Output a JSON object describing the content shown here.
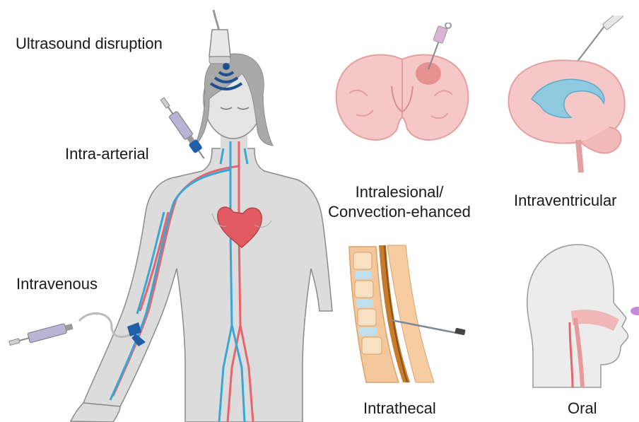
{
  "labels": {
    "ultrasound": "Ultrasound disruption",
    "intra_arterial": "Intra-arterial",
    "intravenous": "Intravenous",
    "intralesional_line1": "Intralesional/",
    "intralesional_line2": "Convection-ehanced",
    "intraventricular": "Intraventricular",
    "intrathecal": "Intrathecal",
    "oral": "Oral"
  },
  "colors": {
    "skin_grey": "#dcdcdc",
    "outline": "#8a8a8a",
    "artery": "#e8646a",
    "vein": "#3aa6d4",
    "brain": "#f6c7c7",
    "ventricle": "#8ec9e0",
    "ultrasound_waves": "#1f4f8f",
    "syringe_plunger": "#b9b3d6",
    "pill": "#c58ad8"
  },
  "icons": [
    "ultrasound-probe-icon",
    "syringe-icon",
    "heart-icon",
    "brain-section-icon",
    "brain-sagittal-icon",
    "spine-section-icon",
    "head-profile-icon",
    "pill-icon"
  ]
}
